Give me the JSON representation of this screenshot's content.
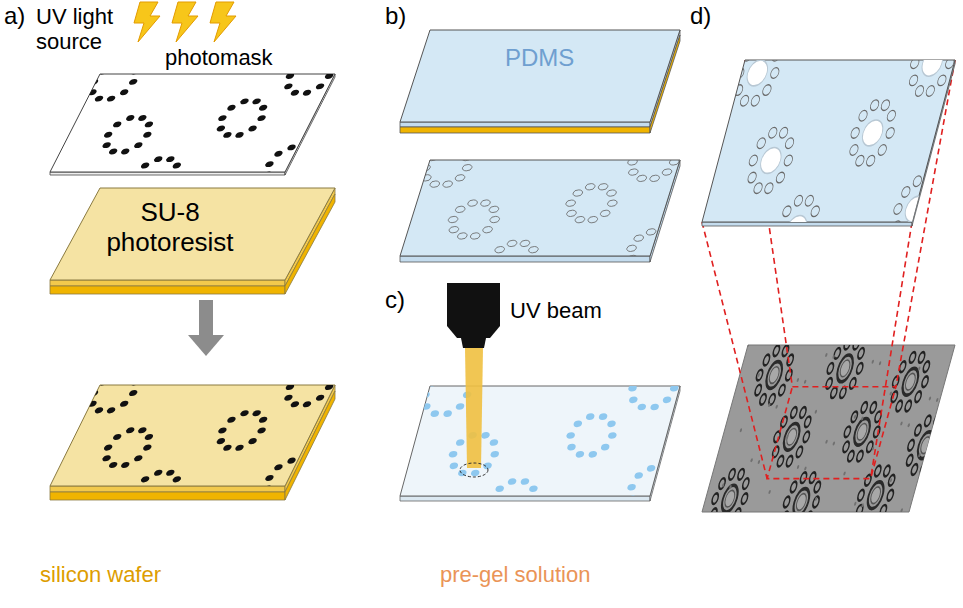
{
  "diagram": {
    "labels": [
      "a)",
      "UV light source",
      "photomask",
      "SU-8 photoresist",
      "silicon wafer",
      "b)",
      "PDMS",
      "c)",
      "UV beam",
      "pre-gel solution",
      "d)"
    ]
  }
}
